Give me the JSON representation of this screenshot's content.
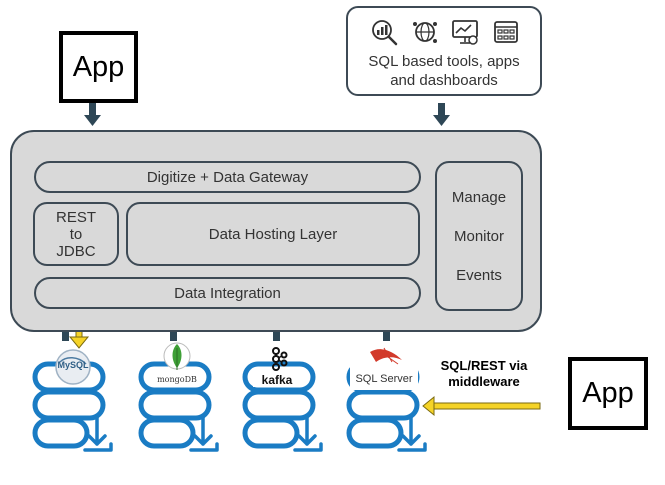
{
  "apps": {
    "top_app": "App",
    "right_app": "App"
  },
  "tools": {
    "label_line1": "SQL based tools, apps",
    "label_line2": "and dashboards",
    "icons": [
      "analytics-search-icon",
      "global-network-icon",
      "dashboard-chart-icon",
      "data-grid-icon"
    ]
  },
  "platform": {
    "gateway": "Digitize + Data Gateway",
    "rest_line1": "REST",
    "rest_line2": "to",
    "rest_line3": "JDBC",
    "hosting": "Data Hosting Layer",
    "integration": "Data Integration",
    "manage": "Manage",
    "monitor": "Monitor",
    "events": "Events"
  },
  "middleware": {
    "line1": "SQL/REST via",
    "line2": "middleware"
  },
  "sources": [
    {
      "label": "MySQL",
      "icon": "mysql-logo-icon"
    },
    {
      "label": "mongoDB",
      "icon": "mongodb-leaf-icon"
    },
    {
      "label": "kafka",
      "icon": "kafka-logo-icon"
    },
    {
      "label": "SQL Server",
      "icon": "sqlserver-logo-icon"
    }
  ],
  "colors": {
    "arrow": "#2e4756",
    "yellow": "#f5d327",
    "db_blue": "#1a7cc4",
    "panel": "#d9d9d9",
    "border": "#3d4a55"
  }
}
